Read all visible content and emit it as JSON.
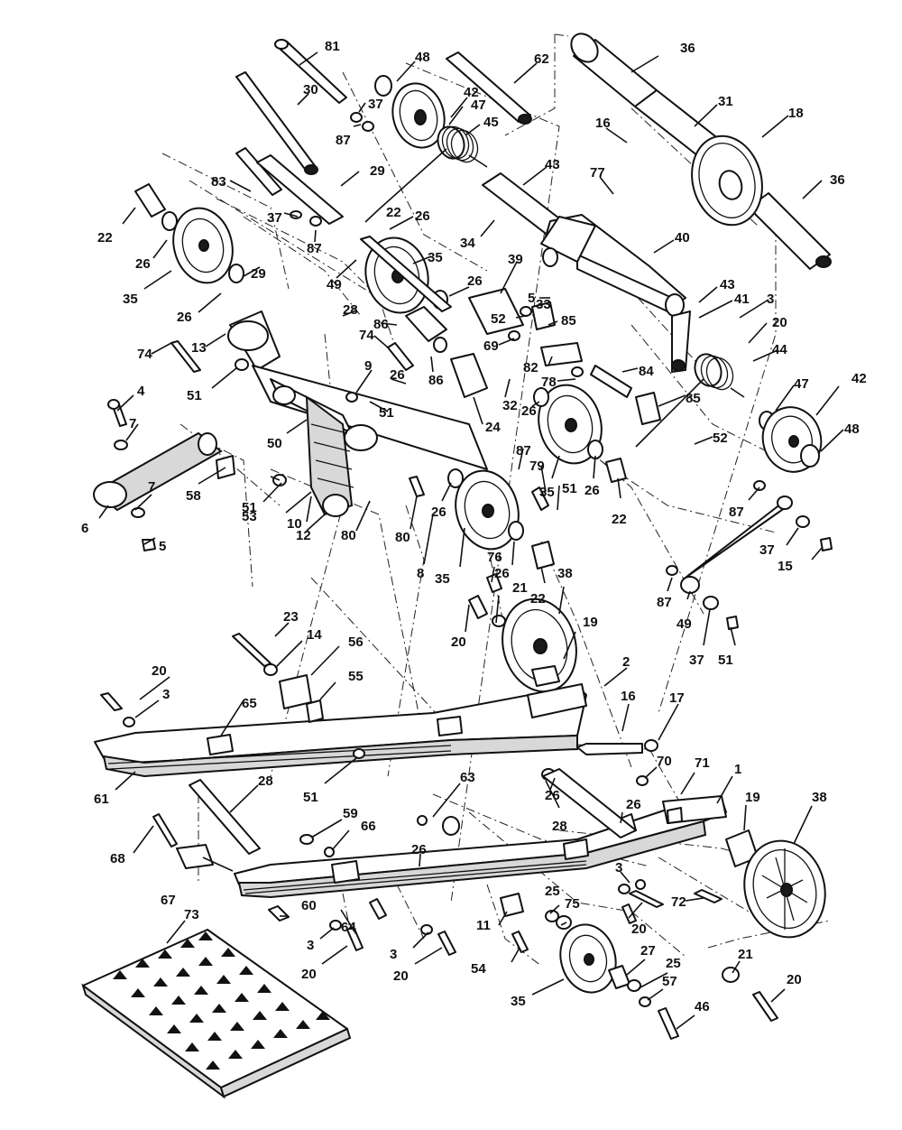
{
  "callouts": [
    {
      "id": "c81",
      "text": "81"
    },
    {
      "id": "c48a",
      "text": "48"
    },
    {
      "id": "c62",
      "text": "62"
    },
    {
      "id": "c36a",
      "text": "36"
    },
    {
      "id": "c30",
      "text": "30"
    },
    {
      "id": "c37a",
      "text": "37"
    },
    {
      "id": "c42a",
      "text": "42"
    },
    {
      "id": "c47a",
      "text": "47"
    },
    {
      "id": "c45",
      "text": "45"
    },
    {
      "id": "c31",
      "text": "31"
    },
    {
      "id": "c18",
      "text": "18"
    },
    {
      "id": "c16a",
      "text": "16"
    },
    {
      "id": "c87a",
      "text": "87"
    },
    {
      "id": "c29a",
      "text": "29"
    },
    {
      "id": "c43a",
      "text": "43"
    },
    {
      "id": "c77",
      "text": "77"
    },
    {
      "id": "c36b",
      "text": "36"
    },
    {
      "id": "c83",
      "text": "83"
    },
    {
      "id": "c37b",
      "text": "37"
    },
    {
      "id": "c22a",
      "text": "22"
    },
    {
      "id": "c26a",
      "text": "26"
    },
    {
      "id": "c34",
      "text": "34"
    },
    {
      "id": "c40",
      "text": "40"
    },
    {
      "id": "c22b",
      "text": "22"
    },
    {
      "id": "c26b",
      "text": "26"
    },
    {
      "id": "c87b",
      "text": "87"
    },
    {
      "id": "c35a",
      "text": "35"
    },
    {
      "id": "c29b",
      "text": "29"
    },
    {
      "id": "c49a",
      "text": "49"
    },
    {
      "id": "c39",
      "text": "39"
    },
    {
      "id": "c43b",
      "text": "43"
    },
    {
      "id": "c41",
      "text": "41"
    },
    {
      "id": "c35b",
      "text": "35"
    },
    {
      "id": "c26c",
      "text": "26"
    },
    {
      "id": "c26d",
      "text": "26"
    },
    {
      "id": "c5a",
      "text": "5"
    },
    {
      "id": "c33",
      "text": "33"
    },
    {
      "id": "c3a",
      "text": "3"
    },
    {
      "id": "c28a",
      "text": "28"
    },
    {
      "id": "c52a",
      "text": "52"
    },
    {
      "id": "c20a",
      "text": "20"
    },
    {
      "id": "c86a",
      "text": "86"
    },
    {
      "id": "c85a",
      "text": "85"
    },
    {
      "id": "c13",
      "text": "13"
    },
    {
      "id": "c74a",
      "text": "74"
    },
    {
      "id": "c69",
      "text": "69"
    },
    {
      "id": "c44",
      "text": "44"
    },
    {
      "id": "c82",
      "text": "82"
    },
    {
      "id": "c74b",
      "text": "74"
    },
    {
      "id": "c9",
      "text": "9"
    },
    {
      "id": "c86b",
      "text": "86"
    },
    {
      "id": "c84",
      "text": "84"
    },
    {
      "id": "c78",
      "text": "78"
    },
    {
      "id": "c47b",
      "text": "47"
    },
    {
      "id": "c42b",
      "text": "42"
    },
    {
      "id": "c51a",
      "text": "51"
    },
    {
      "id": "c26e",
      "text": "26"
    },
    {
      "id": "c4",
      "text": "4"
    },
    {
      "id": "c32",
      "text": "32"
    },
    {
      "id": "c85b",
      "text": "85"
    },
    {
      "id": "c51b",
      "text": "51"
    },
    {
      "id": "c7a",
      "text": "7"
    },
    {
      "id": "c24",
      "text": "24"
    },
    {
      "id": "c26f",
      "text": "26"
    },
    {
      "id": "c52b",
      "text": "52"
    },
    {
      "id": "c48b",
      "text": "48"
    },
    {
      "id": "c50",
      "text": "50"
    },
    {
      "id": "c87c",
      "text": "87"
    },
    {
      "id": "c79",
      "text": "79"
    },
    {
      "id": "c58",
      "text": "58"
    },
    {
      "id": "c35c",
      "text": "35"
    },
    {
      "id": "c26g",
      "text": "26"
    },
    {
      "id": "c51c",
      "text": "51"
    },
    {
      "id": "c87d",
      "text": "87"
    },
    {
      "id": "c7b",
      "text": "7"
    },
    {
      "id": "c51d",
      "text": "51"
    },
    {
      "id": "c6",
      "text": "6"
    },
    {
      "id": "c53",
      "text": "53"
    },
    {
      "id": "c10",
      "text": "10"
    },
    {
      "id": "c26h",
      "text": "26"
    },
    {
      "id": "c22c",
      "text": "22"
    },
    {
      "id": "c12",
      "text": "12"
    },
    {
      "id": "c80a",
      "text": "80"
    },
    {
      "id": "c5b",
      "text": "5"
    },
    {
      "id": "c80b",
      "text": "80"
    },
    {
      "id": "c37c",
      "text": "37"
    },
    {
      "id": "c15",
      "text": "15"
    },
    {
      "id": "c8",
      "text": "8"
    },
    {
      "id": "c76",
      "text": "76"
    },
    {
      "id": "c35d",
      "text": "35"
    },
    {
      "id": "c26i",
      "text": "26"
    },
    {
      "id": "c22d",
      "text": "22"
    },
    {
      "id": "c38a",
      "text": "38"
    },
    {
      "id": "c87e",
      "text": "87"
    },
    {
      "id": "c21a",
      "text": "21"
    },
    {
      "id": "c49b",
      "text": "49"
    },
    {
      "id": "c23",
      "text": "23"
    },
    {
      "id": "c20b",
      "text": "20"
    },
    {
      "id": "c19a",
      "text": "19"
    },
    {
      "id": "c37d",
      "text": "37"
    },
    {
      "id": "c51e",
      "text": "51"
    },
    {
      "id": "c14",
      "text": "14"
    },
    {
      "id": "c56",
      "text": "56"
    },
    {
      "id": "c2",
      "text": "2"
    },
    {
      "id": "c20c",
      "text": "20"
    },
    {
      "id": "c55",
      "text": "55"
    },
    {
      "id": "c3b",
      "text": "3"
    },
    {
      "id": "c65",
      "text": "65"
    },
    {
      "id": "c16b",
      "text": "16"
    },
    {
      "id": "c17",
      "text": "17"
    },
    {
      "id": "c70",
      "text": "70"
    },
    {
      "id": "c71",
      "text": "71"
    },
    {
      "id": "c1",
      "text": "1"
    },
    {
      "id": "c61",
      "text": "61"
    },
    {
      "id": "c28b",
      "text": "28"
    },
    {
      "id": "c51f",
      "text": "51"
    },
    {
      "id": "c26j",
      "text": "26"
    },
    {
      "id": "c63",
      "text": "63"
    },
    {
      "id": "c19b",
      "text": "19"
    },
    {
      "id": "c38b",
      "text": "38"
    },
    {
      "id": "c28c",
      "text": "28"
    },
    {
      "id": "c26k",
      "text": "26"
    },
    {
      "id": "c59",
      "text": "59"
    },
    {
      "id": "c66",
      "text": "66"
    },
    {
      "id": "c68",
      "text": "68"
    },
    {
      "id": "c26l",
      "text": "26"
    },
    {
      "id": "c3c",
      "text": "3"
    },
    {
      "id": "c67",
      "text": "67"
    },
    {
      "id": "c72",
      "text": "72"
    },
    {
      "id": "c25a",
      "text": "25"
    },
    {
      "id": "c75",
      "text": "75"
    },
    {
      "id": "c11",
      "text": "11"
    },
    {
      "id": "c20d",
      "text": "20"
    },
    {
      "id": "c60",
      "text": "60"
    },
    {
      "id": "c64",
      "text": "64"
    },
    {
      "id": "c73",
      "text": "73"
    },
    {
      "id": "c3d",
      "text": "3"
    },
    {
      "id": "c3e",
      "text": "3"
    },
    {
      "id": "c20e",
      "text": "20"
    },
    {
      "id": "c20f",
      "text": "20"
    },
    {
      "id": "c54",
      "text": "54"
    },
    {
      "id": "c21b",
      "text": "21"
    },
    {
      "id": "c27",
      "text": "27"
    },
    {
      "id": "c25b",
      "text": "25"
    },
    {
      "id": "c20g",
      "text": "20"
    },
    {
      "id": "c57",
      "text": "57"
    },
    {
      "id": "c35e",
      "text": "35"
    },
    {
      "id": "c46",
      "text": "46"
    }
  ]
}
